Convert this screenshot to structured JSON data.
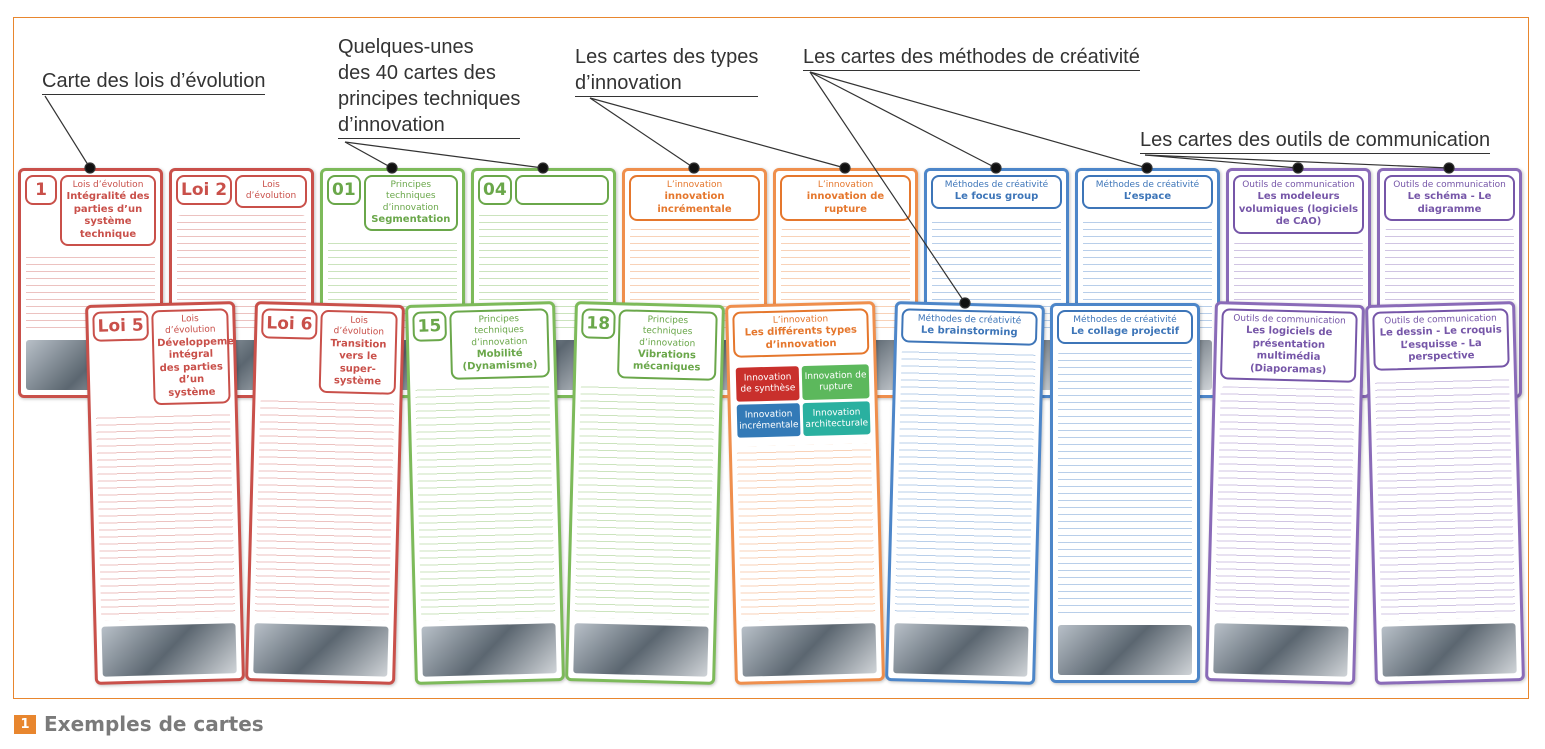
{
  "labels": {
    "lois": "Carte des lois d’évolution",
    "principes": [
      "Quelques-unes",
      "des 40 cartes des",
      "principes techniques",
      "d’innovation"
    ],
    "types": [
      "Les cartes des types",
      "d’innovation"
    ],
    "methodes": "Les cartes des méthodes de créativité",
    "outils": "Les cartes des outils de communication"
  },
  "cards": [
    {
      "num": "1",
      "cat": "Lois d’évolution",
      "title": "Intégralité des parties d’un système technique"
    },
    {
      "num": "Loi 2",
      "cat": "Lois d’évolution",
      "title": ""
    },
    {
      "num": "Loi 5",
      "cat": "Lois d’évolution",
      "title": "Développement intégral des parties d’un système"
    },
    {
      "num": "Loi 6",
      "cat": "Lois d’évolution",
      "title": "Transition vers le super-système"
    },
    {
      "num": "01",
      "cat": "Principes techniques d’innovation",
      "title": "Segmentation"
    },
    {
      "num": "04",
      "cat": "",
      "title": ""
    },
    {
      "num": "15",
      "cat": "Principes techniques d’innovation",
      "title": "Mobilité (Dynamisme)"
    },
    {
      "num": "18",
      "cat": "Principes techniques d’innovation",
      "title": "Vibrations mécaniques"
    },
    {
      "cat": "L’innovation",
      "title": "innovation incrémentale"
    },
    {
      "cat": "L’innovation",
      "title": "innovation de rupture"
    },
    {
      "cat": "L’innovation",
      "title": "Les différents types d’innovation",
      "blocks": [
        "Innovation de synthèse",
        "Innovation de rupture",
        "Innovation incrémentale",
        "Innovation architecturale"
      ]
    },
    {
      "cat": "Méthodes de créativité",
      "title": "Le focus group"
    },
    {
      "cat": "Méthodes de créativité",
      "title": "Le brainstorming"
    },
    {
      "cat": "Méthodes de créativité",
      "title": "L’espace"
    },
    {
      "cat": "Méthodes de créativité",
      "title": "Le collage projectif"
    },
    {
      "cat": "Outils de communication",
      "title": "Les modeleurs volumiques (logiciels de CAO)"
    },
    {
      "cat": "Outils de communication",
      "title": "Les logiciels de présentation multimédia (Diaporamas)"
    },
    {
      "cat": "Outils de communication",
      "title": "Le schéma - Le diagramme"
    },
    {
      "cat": "Outils de communication",
      "title": "Le dessin - Le croquis L’esquisse - La perspective"
    }
  ],
  "caption": {
    "number": "1",
    "text": "Exemples de cartes"
  }
}
